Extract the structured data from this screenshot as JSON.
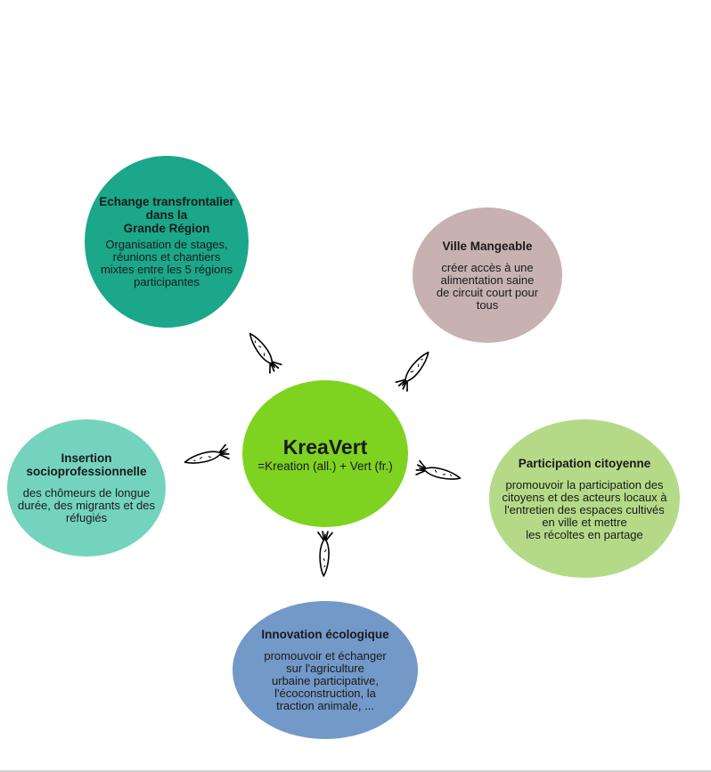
{
  "nodes": {
    "center": {
      "title": "KreaVert",
      "desc": "=Kreation (all.) + Vert (fr.)",
      "color": "#7ed321"
    },
    "top_left": {
      "title": "Echange transfrontalier\ndans la\nGrande Région",
      "desc": "Organisation de stages,\nréunions et chantiers\nmixtes entre les 5 régions\nparticipantes",
      "color": "#1ba789"
    },
    "top_right": {
      "title": "Ville Mangeable",
      "desc": "créer accès à une\nalimentation saine\nde circuit court pour\ntous",
      "color": "#c7b1b1"
    },
    "left": {
      "title": "Insertion\nsocioprofessionnelle",
      "desc": "des chômeurs de longue\ndurée, des migrants et des\nréfugiés",
      "color": "#74d3bd"
    },
    "right": {
      "title": "Participation citoyenne",
      "desc": "promouvoir la participation des\ncitoyens et des acteurs locaux à\nl'entretien des espaces cultivés\nen ville et mettre\nles récoltes en partage",
      "color": "#b4da88"
    },
    "bottom": {
      "title": "Innovation écologique",
      "desc": "promouvoir et échanger\nsur l'agriculture\nurbaine participative,\nl'écoconstruction, la\ntraction animale, ...",
      "color": "#7299c8"
    }
  },
  "icons": [
    "carrot-icon"
  ]
}
